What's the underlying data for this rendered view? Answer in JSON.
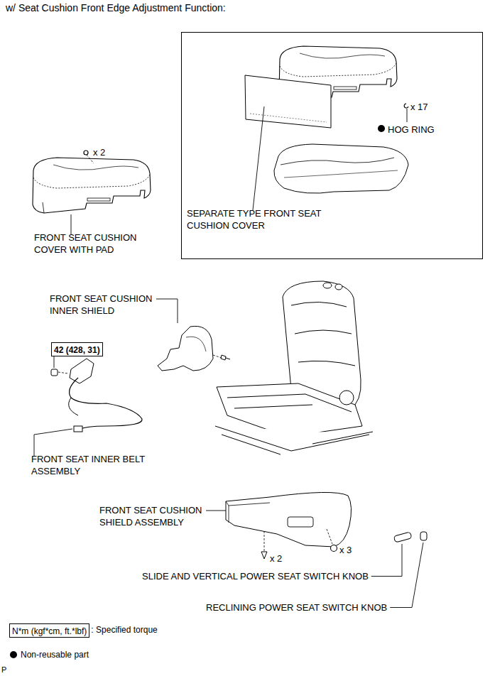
{
  "diagram": {
    "title": "w/ Seat Cushion Front Edge Adjustment Function:",
    "nodes": [
      {
        "text": [
          "SEPARATE TYPE FRONT SEAT CUSHION COVER",
          "x 17",
          "HOG RING"
        ]
      },
      {
        "text": [
          "42 (428, 31)"
        ]
      },
      {
        "text": [
          "N*m (kgf*cm, ft.*lbf)"
        ]
      }
    ],
    "labels": [
      "x 2",
      "FRONT SEAT CUSHION COVER WITH PAD",
      "FRONT SEAT CUSHION INNER SHIELD",
      "FRONT SEAT INNER BELT ASSEMBLY",
      "FRONT SEAT CUSHION SHIELD ASSEMBLY",
      "x 2",
      "x 3",
      "SLIDE AND VERTICAL POWER SEAT SWITCH KNOB",
      "RECLINING POWER SEAT SWITCH KNOB",
      ": Specified torque",
      "P"
    ],
    "legend": [
      {
        "text": "Non-reusable part"
      }
    ]
  }
}
